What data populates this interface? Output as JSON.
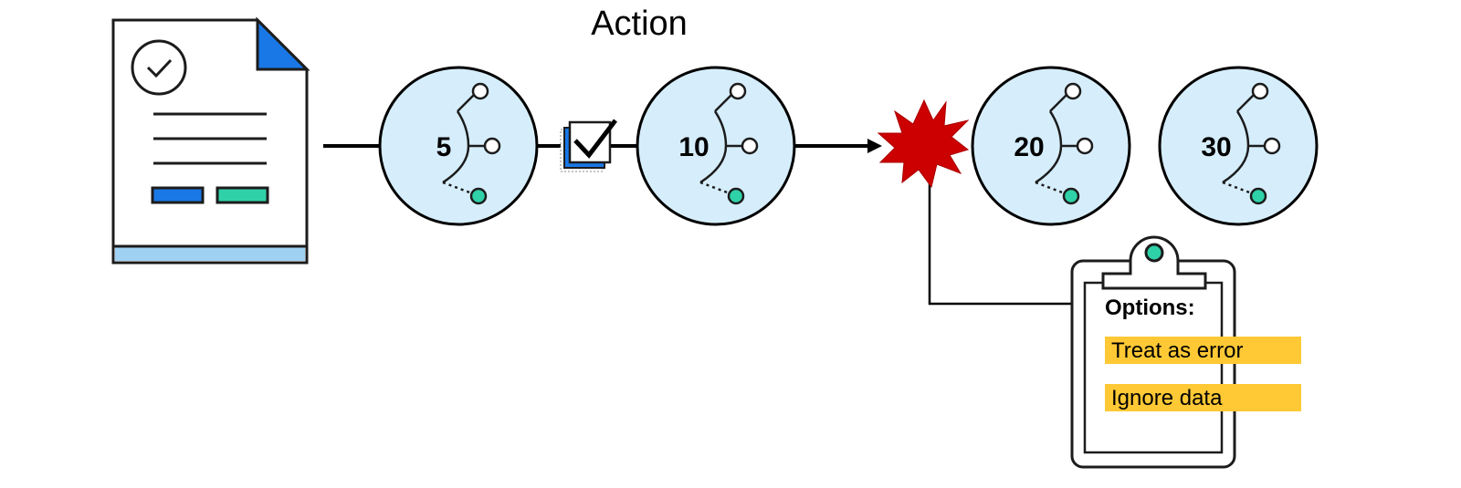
{
  "diagram": {
    "title": "Action",
    "steps": [
      {
        "label": "5"
      },
      {
        "label": "10"
      },
      {
        "label": "20"
      },
      {
        "label": "30"
      }
    ],
    "options_panel": {
      "title": "Options:",
      "items": [
        "Treat as error",
        "Ignore data"
      ]
    },
    "colors": {
      "step_fill": "#d6eefc",
      "outline": "#1c1c1c",
      "accent_blue": "#1a78e6",
      "accent_teal": "#2fd1a8",
      "doc_footer": "#9fd1f2",
      "error_burst": "#cc0000",
      "option_highlight": "#ffc935"
    },
    "icons": [
      "document-icon",
      "check-circle-icon",
      "checkbox-icon",
      "error-burst-icon",
      "clipboard-icon",
      "branch-icon"
    ]
  }
}
